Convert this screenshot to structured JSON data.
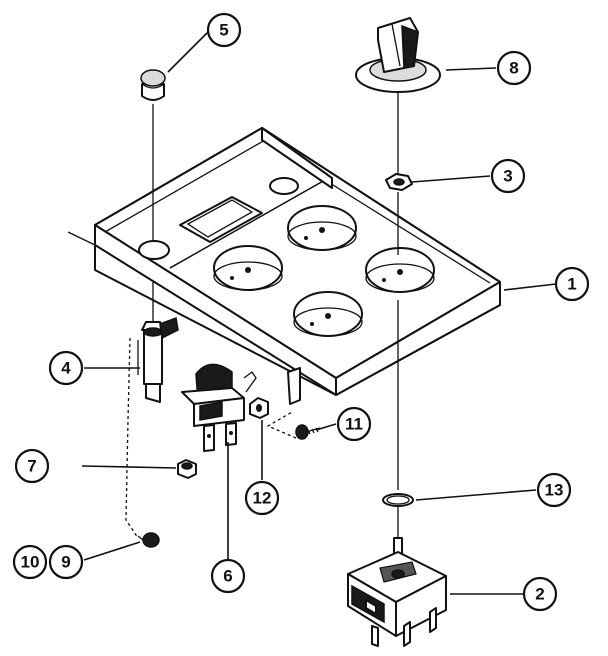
{
  "diagram": {
    "callouts": [
      {
        "id": "c1",
        "label": "1"
      },
      {
        "id": "c2",
        "label": "2"
      },
      {
        "id": "c3",
        "label": "3"
      },
      {
        "id": "c4",
        "label": "4"
      },
      {
        "id": "c5",
        "label": "5"
      },
      {
        "id": "c6",
        "label": "6"
      },
      {
        "id": "c7",
        "label": "7"
      },
      {
        "id": "c8",
        "label": "8"
      },
      {
        "id": "c9",
        "label": "9"
      },
      {
        "id": "c10",
        "label": "10"
      },
      {
        "id": "c11",
        "label": "11"
      },
      {
        "id": "c12",
        "label": "12"
      },
      {
        "id": "c13",
        "label": "13"
      }
    ]
  },
  "colors": {
    "line": "#111111",
    "background": "#ffffff"
  }
}
